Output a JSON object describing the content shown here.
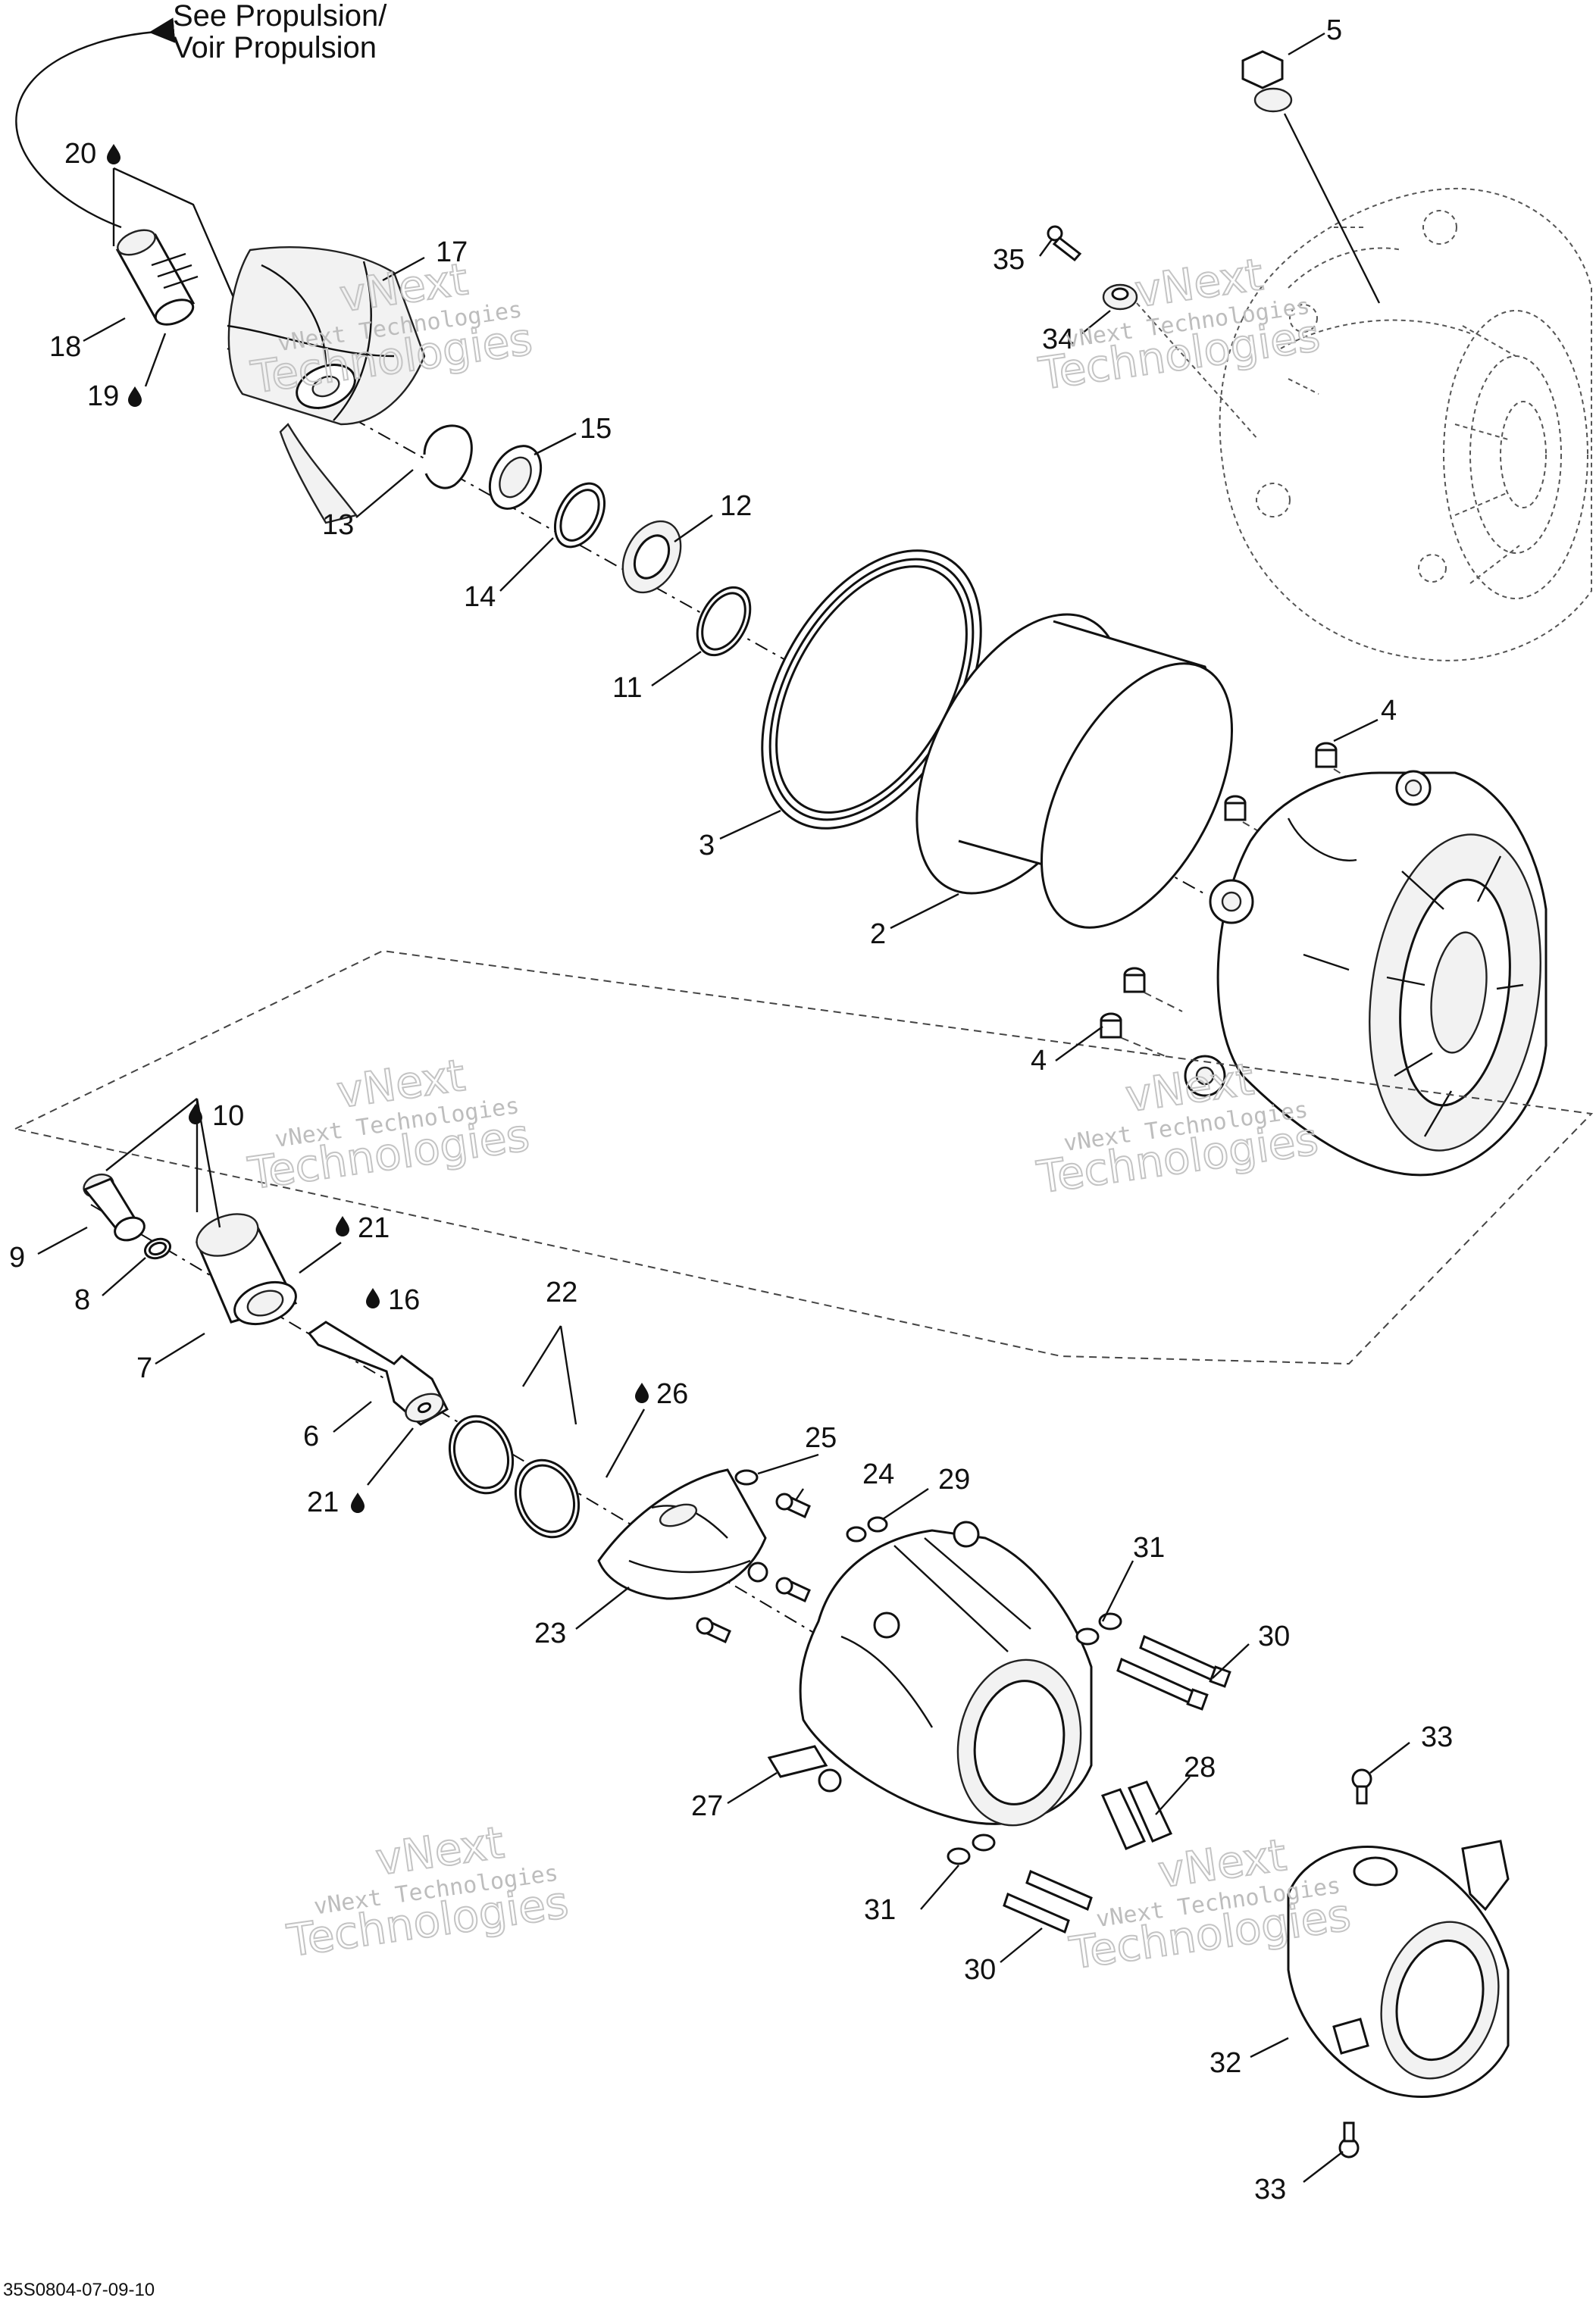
{
  "reference_note": {
    "line1": "See Propulsion/",
    "line2": "Voir Propulsion"
  },
  "callouts": {
    "c2": "2",
    "c3": "3",
    "c4a": "4",
    "c4b": "4",
    "c5": "5",
    "c6": "6",
    "c7": "7",
    "c8": "8",
    "c9": "9",
    "c10": "10",
    "c11": "11",
    "c12": "12",
    "c13": "13",
    "c14": "14",
    "c15": "15",
    "c16": "16",
    "c17": "17",
    "c18": "18",
    "c19": "19",
    "c20": "20",
    "c21a": "21",
    "c21b": "21",
    "c22": "22",
    "c23": "23",
    "c24": "24",
    "c25": "25",
    "c26": "26",
    "c27": "27",
    "c28": "28",
    "c29": "29",
    "c30a": "30",
    "c30b": "30",
    "c31a": "31",
    "c31b": "31",
    "c32": "32",
    "c33a": "33",
    "c33b": "33",
    "c34": "34",
    "c35": "35"
  },
  "watermark": {
    "line1": "vNext Technologies",
    "line2": "Technologies",
    "line3": "vNext"
  },
  "footer": {
    "code": "35S0804-07-09-10"
  },
  "icons": {
    "lubricant": "oil-drop-icon"
  }
}
